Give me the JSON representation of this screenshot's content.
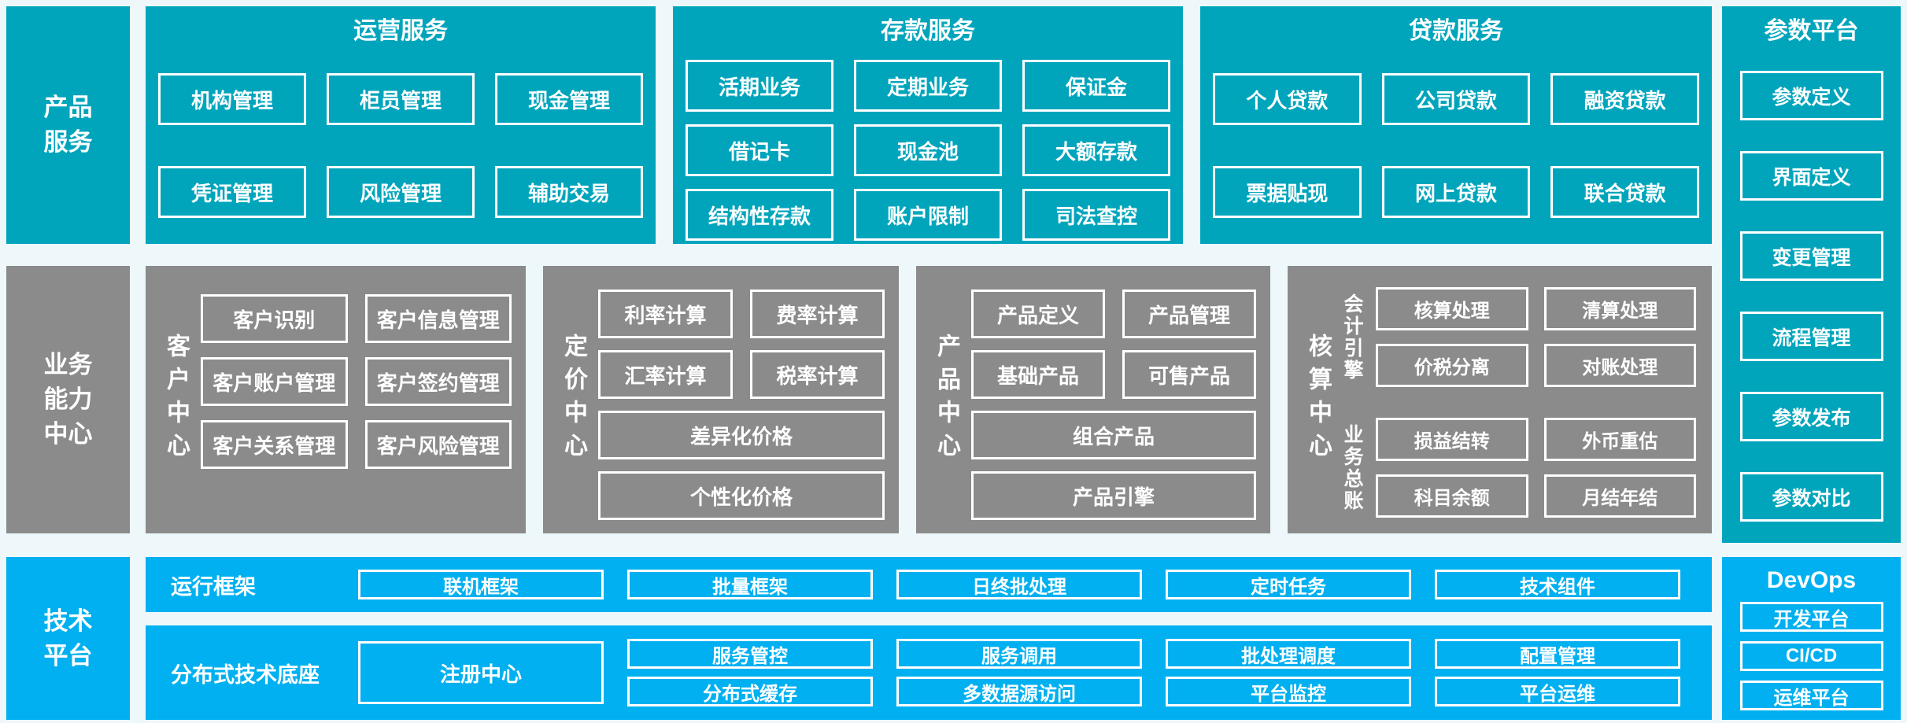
{
  "colors": {
    "teal": "#00a5bc",
    "gray": "#8b8b8b",
    "cyan": "#00b0f0",
    "bg": "#eef8fb"
  },
  "rail": {
    "product": [
      "产品",
      "服务"
    ],
    "business": [
      "业务",
      "能力",
      "中心"
    ],
    "tech": [
      "技术",
      "平台"
    ]
  },
  "operations": {
    "title": "运营服务",
    "boxes": [
      "机构管理",
      "柜员管理",
      "现金管理",
      "凭证管理",
      "风险管理",
      "辅助交易"
    ]
  },
  "deposit": {
    "title": "存款服务",
    "boxes": [
      "活期业务",
      "定期业务",
      "保证金",
      "借记卡",
      "现金池",
      "大额存款",
      "结构性存款",
      "账户限制",
      "司法查控"
    ]
  },
  "loan": {
    "title": "贷款服务",
    "boxes": [
      "个人贷款",
      "公司贷款",
      "融资贷款",
      "票据贴现",
      "网上贷款",
      "联合贷款"
    ]
  },
  "param_platform": {
    "title": "参数平台",
    "boxes": [
      "参数定义",
      "界面定义",
      "变更管理",
      "流程管理",
      "参数发布",
      "参数对比"
    ]
  },
  "customer_center": {
    "label": "客户中心",
    "boxes": [
      "客户识别",
      "客户信息管理",
      "客户账户管理",
      "客户签约管理",
      "客户关系管理",
      "客户风险管理"
    ]
  },
  "pricing_center": {
    "label": "定价中心",
    "boxes": [
      "利率计算",
      "费率计算",
      "汇率计算",
      "税率计算"
    ],
    "wide_boxes": [
      "差异化价格",
      "个性化价格"
    ]
  },
  "product_center": {
    "label": "产品中心",
    "boxes": [
      "产品定义",
      "产品管理",
      "基础产品",
      "可售产品"
    ],
    "wide_boxes": [
      "组合产品",
      "产品引擎"
    ]
  },
  "accounting_center": {
    "label": "核算中心",
    "groups": [
      {
        "label": "会计引擎",
        "boxes": [
          "核算处理",
          "清算处理",
          "价税分离",
          "对账处理"
        ]
      },
      {
        "label": "业务总账",
        "boxes": [
          "损益结转",
          "外币重估",
          "科目余额",
          "月结年结"
        ]
      }
    ]
  },
  "runtime_framework": {
    "label": "运行框架",
    "boxes": [
      "联机框架",
      "批量框架",
      "日终批处理",
      "定时任务",
      "技术组件"
    ]
  },
  "distributed_base": {
    "label": "分布式技术底座",
    "registry": "注册中心",
    "grid": [
      [
        "服务管控",
        "服务调用",
        "批处理调度",
        "配置管理"
      ],
      [
        "分布式缓存",
        "多数据源访问",
        "平台监控",
        "平台运维"
      ]
    ]
  },
  "devops": {
    "title": "DevOps",
    "boxes": [
      "开发平台",
      "CI/CD",
      "运维平台"
    ]
  }
}
